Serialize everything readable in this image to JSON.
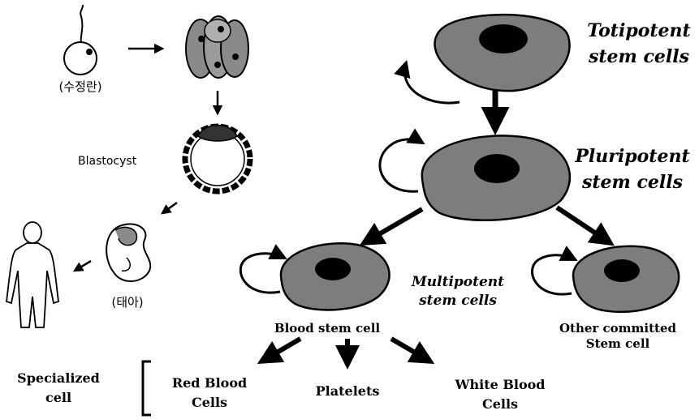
{
  "development": {
    "zygote_label": "(수정란)",
    "blastocyst_label": "Blastocyst",
    "embryo_label": "(태아)"
  },
  "hierarchy": {
    "totipotent_line1": "Totipotent",
    "totipotent_line2": "stem cells",
    "pluripotent_line1": "Pluripotent",
    "pluripotent_line2": "stem cells",
    "multipotent_line1": "Multipotent",
    "multipotent_line2": "stem cells",
    "blood_stem_cell": "Blood stem cell",
    "other_line1": "Other committed",
    "other_line2": "Stem cell"
  },
  "specialized": {
    "title_line1": "Specialized",
    "title_line2": "cell",
    "rbc_line1": "Red Blood",
    "rbc_line2": "Cells",
    "platelets": "Platelets",
    "wbc_line1": "White Blood",
    "wbc_line2": "Cells"
  },
  "colors": {
    "cell_fill": "#7d7d7d",
    "nucleus_fill": "#000000",
    "ink": "#000000"
  }
}
